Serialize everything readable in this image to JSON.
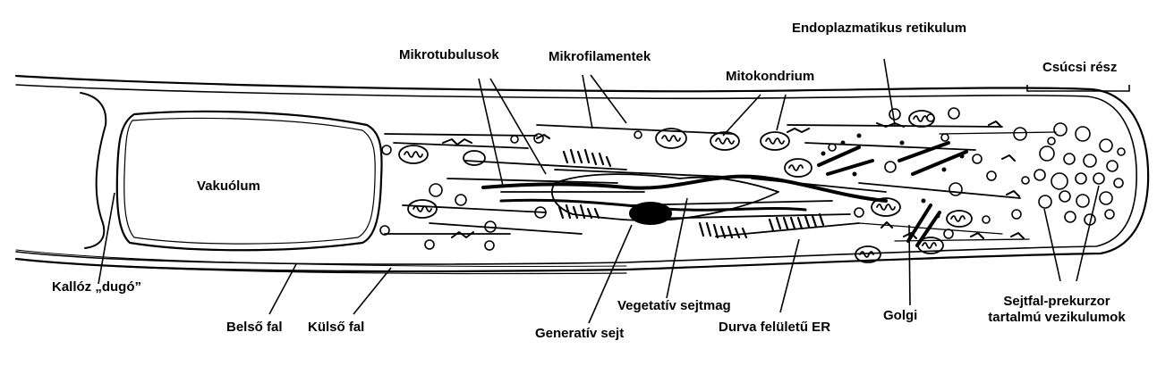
{
  "labels": {
    "endoplasmic": "Endoplazmatikus retikulum",
    "tip_region": "Csúcsi rész",
    "microtubules": "Mikrotubulusok",
    "microfilaments": "Mikrofilamentek",
    "mitochondrion": "Mitokondrium",
    "vacuole": "Vakuólum",
    "callose_plug": "Kallóz „dugó”",
    "inner_wall": "Belső fal",
    "outer_wall": "Külső fal",
    "generative_cell": "Generatív sejt",
    "vegetative_nucleus": "Vegetatív sejtmag",
    "rough_er": "Durva felületű ER",
    "golgi": "Golgi",
    "vesicles_line1": "Sejtfal-prekurzor",
    "vesicles_line2": "tartalmú vezikulumok"
  }
}
